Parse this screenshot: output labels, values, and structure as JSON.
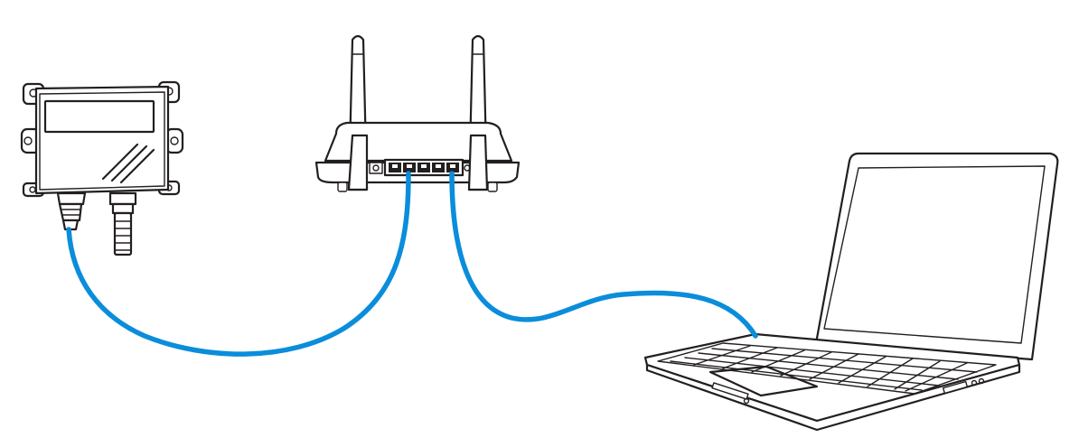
{
  "colors": {
    "cable": "#0a8ddb",
    "outline": "#231f20",
    "background": "#ffffff"
  },
  "devices": [
    {
      "name": "sensor-transmitter",
      "icon": "sensor-box-icon"
    },
    {
      "name": "wireless-router",
      "icon": "router-icon",
      "lan_ports": 5,
      "antennas": 2
    },
    {
      "name": "laptop",
      "icon": "laptop-icon"
    }
  ],
  "connections": [
    {
      "from": "sensor-transmitter",
      "to": "wireless-router",
      "type": "ethernet-cable"
    },
    {
      "from": "wireless-router",
      "to": "laptop",
      "type": "ethernet-cable"
    }
  ]
}
